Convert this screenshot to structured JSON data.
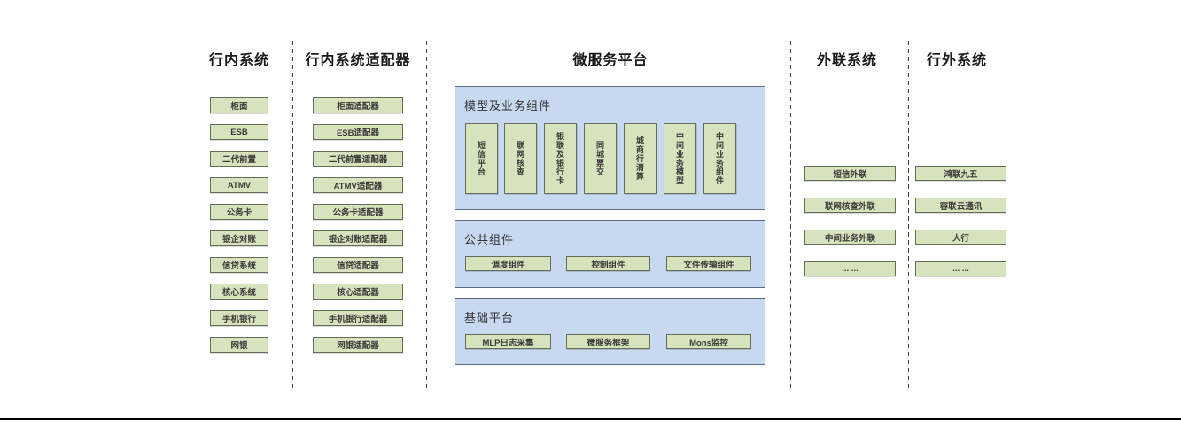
{
  "colors": {
    "green_fill": "#d6e3bc",
    "blue_fill": "#c6d9f1",
    "box_border": "#646c5a",
    "divider": "#3f3f3f"
  },
  "columns": {
    "internal": {
      "title": "行内系统",
      "items": [
        "柜面",
        "ESB",
        "二代前置",
        "ATMV",
        "公务卡",
        "银企对账",
        "信贷系统",
        "核心系统",
        "手机银行",
        "网银"
      ]
    },
    "adapters": {
      "title": "行内系统适配器",
      "items": [
        "柜面适配器",
        "ESB适配器",
        "二代前置适配器",
        "ATMV适配器",
        "公务卡适配器",
        "银企对账适配器",
        "信贷适配器",
        "核心适配器",
        "手机银行适配器",
        "网银适配器"
      ]
    },
    "platform": {
      "title": "微服务平台",
      "model_block": {
        "title": "模型及业务组件",
        "items": [
          "短信平台",
          "联网核查",
          "银联及银行卡",
          "同城票交",
          "城商行清算",
          "中间业务模型",
          "中间业务组件"
        ]
      },
      "common_block": {
        "title": "公共组件",
        "items": [
          "调度组件",
          "控制组件",
          "文件传输组件"
        ]
      },
      "base_block": {
        "title": "基础平台",
        "items": [
          "MLP日志采集",
          "微服务框架",
          "Mons监控"
        ]
      }
    },
    "outreach": {
      "title": "外联系统",
      "items": [
        "短信外联",
        "联网核查外联",
        "中间业务外联",
        "... ..."
      ]
    },
    "external": {
      "title": "行外系统",
      "items": [
        "鸿联九五",
        "容联云通讯",
        "人行",
        "... ..."
      ]
    }
  }
}
